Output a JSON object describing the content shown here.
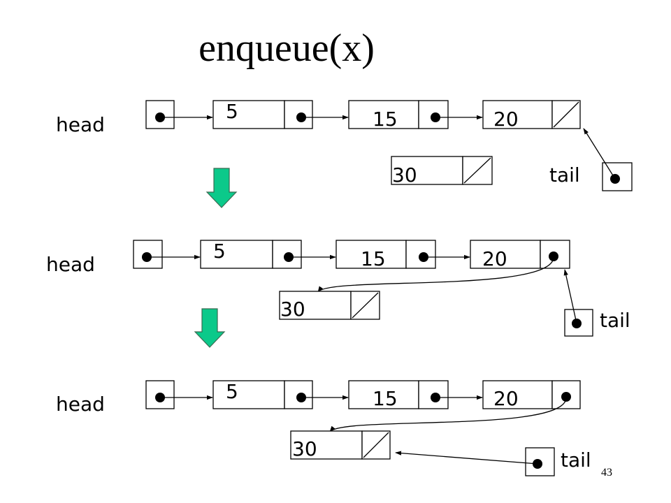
{
  "slide": {
    "title": "enqueue(x)",
    "page_number": "43"
  },
  "states": [
    {
      "head_label": "head",
      "tail_label": "tail",
      "nodes": [
        "5",
        "15",
        "20"
      ],
      "new_node": "30"
    },
    {
      "head_label": "head",
      "tail_label": "tail",
      "nodes": [
        "5",
        "15",
        "20"
      ],
      "new_node": "30"
    },
    {
      "head_label": "head",
      "tail_label": "tail",
      "nodes": [
        "5",
        "15",
        "20"
      ],
      "new_node": "30"
    }
  ]
}
